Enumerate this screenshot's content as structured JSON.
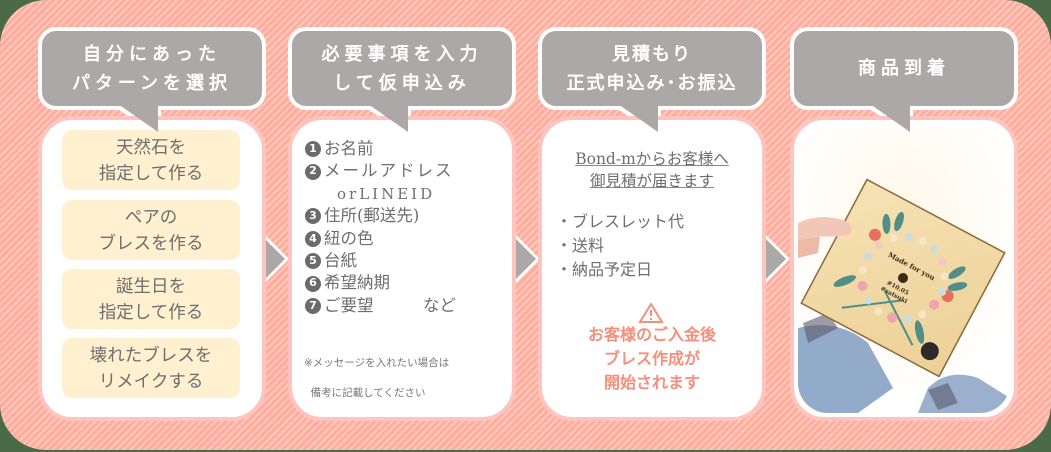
{
  "colors": {
    "background_stripe_light": "#ffc8bd",
    "background_stripe_dark": "#ffac9d",
    "bubble": "#aca8a7",
    "choice_bg": "#fff0cf",
    "text": "#6e6e6e",
    "warning": "#f48f7c"
  },
  "steps": [
    {
      "title": "自分にあった\nパターンを選択",
      "options": [
        "天然石を\n指定して作る",
        "ペアの\nブレスを作る",
        "誕生日を\n指定して作る",
        "壊れたブレスを\nリメイクする"
      ]
    },
    {
      "title": "必要事項を入力\nして仮申込み",
      "items": [
        {
          "num": "1",
          "text": "お名前"
        },
        {
          "num": "2",
          "text": "メールアドレス"
        },
        {
          "num": "",
          "text": "orLINEID"
        },
        {
          "num": "3",
          "text": "住所(郵送先)"
        },
        {
          "num": "4",
          "text": "紐の色"
        },
        {
          "num": "5",
          "text": "台紙"
        },
        {
          "num": "6",
          "text": "希望納期"
        },
        {
          "num": "7",
          "text": "ご要望　　　など"
        }
      ],
      "note_line1": "※メッセージを入れたい場合は",
      "note_line2": "  備考に記載してください"
    },
    {
      "title": "見積もり\n正式申込み･お振込",
      "headline_line1": "Bond-mからお客様へ",
      "headline_line2": "御見積が届きます",
      "items": [
        "・ブレスレット代",
        "・送料",
        "・納品予定日"
      ],
      "warning_icon": "warning-triangle-icon",
      "warning_text": "お客様のご入金後\nブレス作成が\n開始されます"
    },
    {
      "title": "商品到着",
      "photo": {
        "card_text_1": "Made for you",
        "card_text_2": "#10.05",
        "card_text_3": "#satsuki"
      }
    }
  ],
  "arrows": [
    "arrow-right-icon",
    "arrow-right-icon",
    "arrow-right-icon"
  ]
}
